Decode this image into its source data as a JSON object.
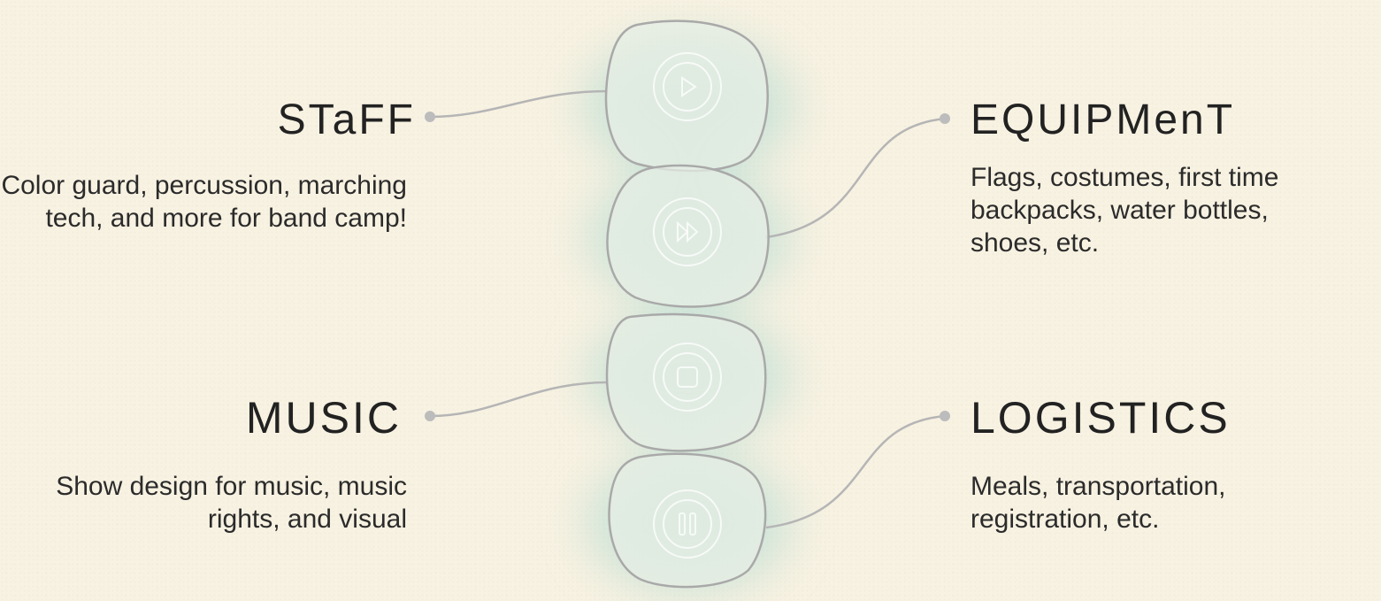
{
  "items": [
    {
      "title": "STaFF",
      "description": "Color guard, percussion, marching tech, and more for band camp!",
      "icon": "play-icon"
    },
    {
      "title": "EQUIPMenT",
      "description": "Flags, costumes, first time backpacks, water bottles, shoes, etc.",
      "icon": "fast-forward-icon"
    },
    {
      "title": "MUSIC",
      "description": "Show design for music, music rights, and visual",
      "icon": "stop-icon"
    },
    {
      "title": "LOGISTICS",
      "description": "Meals, transportation, registration, etc.",
      "icon": "pause-icon"
    }
  ],
  "colors": {
    "outline": "#a9a9a9",
    "blob_fill": "#e6eee4",
    "glow": "#9fd4cb",
    "connector": "#b5b5b5",
    "text": "#222222"
  }
}
